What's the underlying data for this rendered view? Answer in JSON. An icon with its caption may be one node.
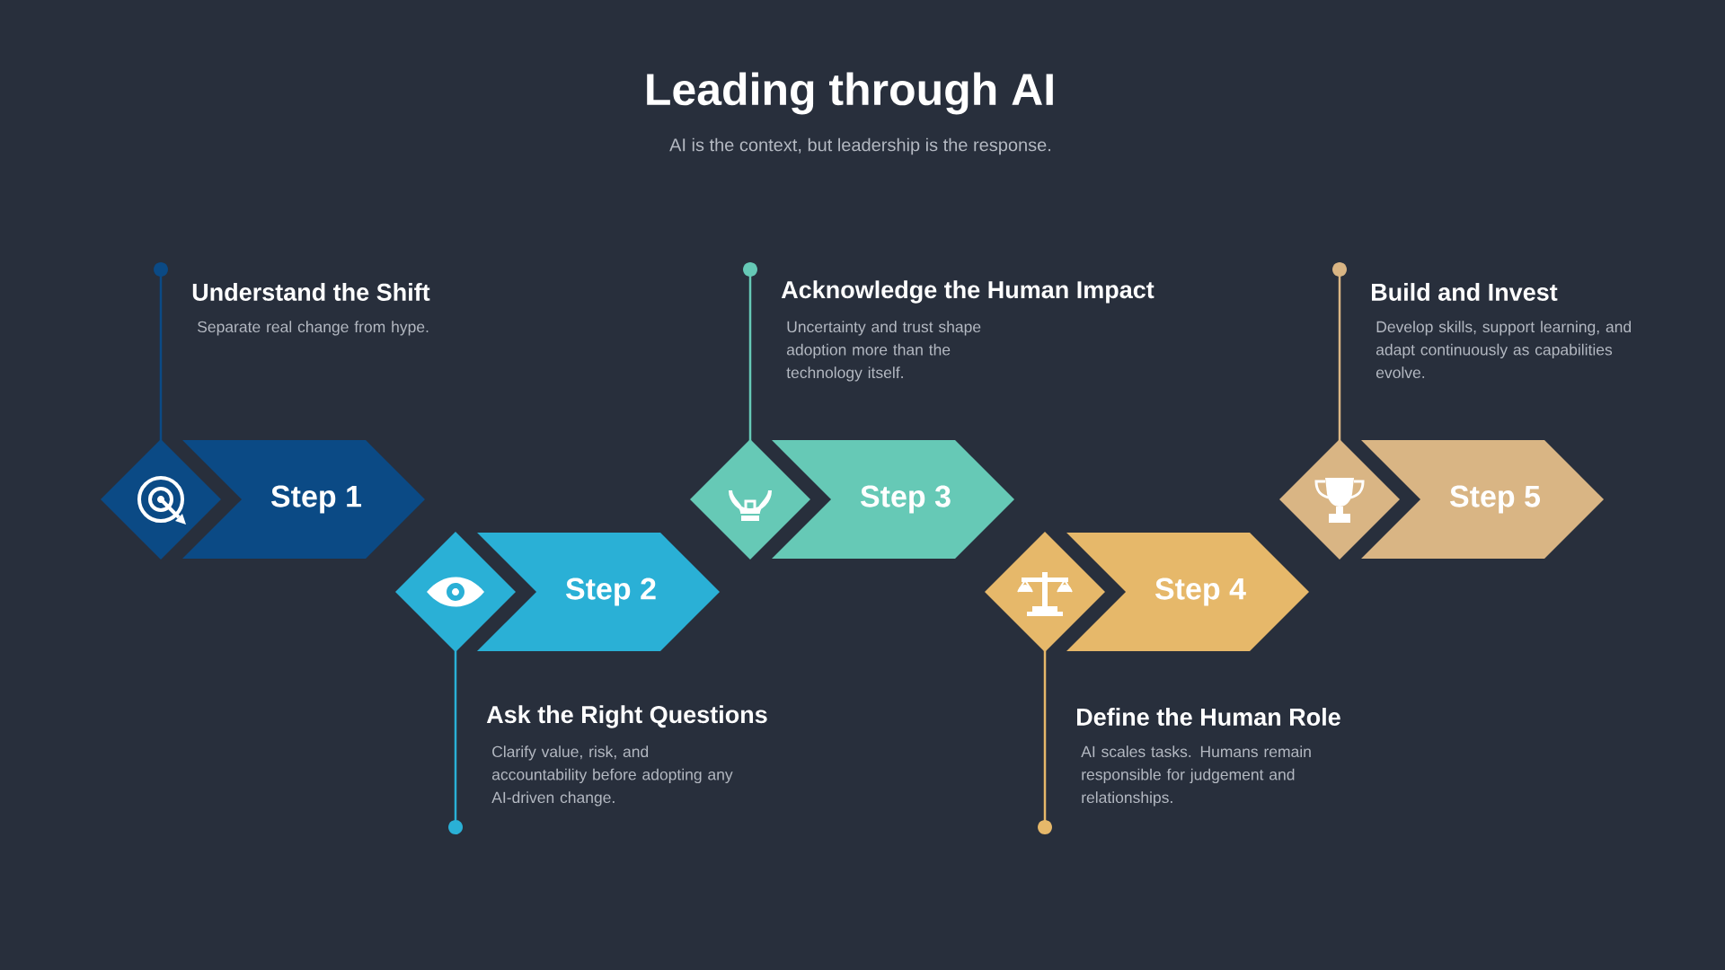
{
  "diagram": {
    "title": "Leading through AI",
    "caption": "AI is the context, but leadership is the response.",
    "nodes": [
      {
        "text": [
          "Step 1"
        ],
        "beside": [
          "Understand the Shift",
          "Separate real change from hype."
        ]
      },
      {
        "text": [
          "Step 2"
        ],
        "beside": [
          "Ask the Right Questions",
          "Clarify value, risk, and accountability before adopting any AI-driven change."
        ]
      },
      {
        "text": [
          "Step 3"
        ],
        "beside": [
          "Acknowledge the Human Impact",
          "Uncertainty and trust shape adoption more than the technology itself."
        ]
      },
      {
        "text": [
          "Step 4"
        ],
        "beside": [
          "Define the Human Role",
          "AI scales tasks. Humans remain responsible for judgement and relationships."
        ]
      },
      {
        "text": [
          "Step 5"
        ],
        "beside": [
          "Build and Invest",
          "Develop skills, support learning, and adapt continuously as capabilities evolve."
        ]
      }
    ]
  }
}
